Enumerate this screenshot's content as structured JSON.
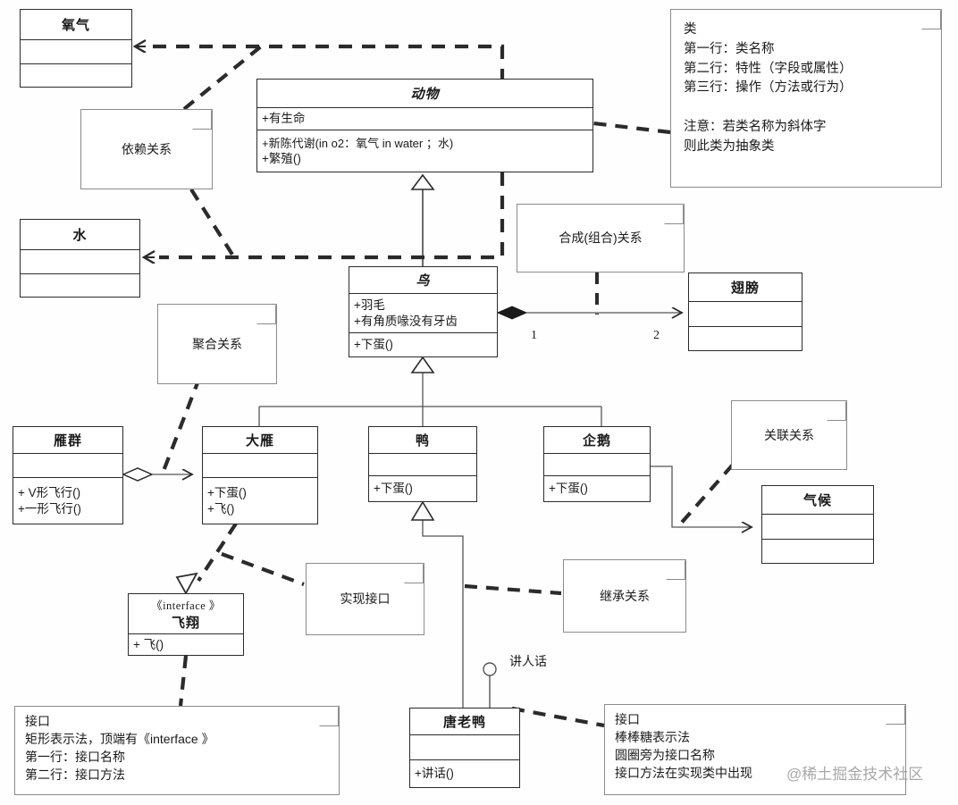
{
  "diagram": {
    "title": "UML class diagram - animals",
    "watermark": "@稀土掘金技术社区",
    "stroke": "#2b2b2b",
    "note_stroke": "#8b8b8b"
  },
  "classes": {
    "oxygen": {
      "name": "氧气",
      "abstract": false,
      "attrs": [],
      "ops": []
    },
    "water": {
      "name": "水",
      "abstract": false,
      "attrs": [],
      "ops": []
    },
    "animal": {
      "name": "动物",
      "abstract": true,
      "attrs": [
        "+有生命"
      ],
      "ops": [
        "+新陈代谢(in o2：氧气  in water ；水)",
        "+繁殖()"
      ]
    },
    "bird": {
      "name": "鸟",
      "abstract": true,
      "attrs": [
        "+羽毛",
        "+有角质喙没有牙齿"
      ],
      "ops": [
        "+下蛋()"
      ]
    },
    "wing": {
      "name": "翅膀",
      "abstract": false,
      "attrs": [],
      "ops": []
    },
    "flock": {
      "name": "雁群",
      "abstract": false,
      "attrs": [],
      "ops": [
        "+ V形飞行()",
        "+一形飞行()"
      ]
    },
    "goose": {
      "name": "大雁",
      "abstract": false,
      "attrs": [],
      "ops": [
        "+下蛋()",
        "+飞()"
      ]
    },
    "duck": {
      "name": "鸭",
      "abstract": false,
      "attrs": [],
      "ops": [
        "+下蛋()"
      ]
    },
    "penguin": {
      "name": "企鹅",
      "abstract": false,
      "attrs": [],
      "ops": [
        "+下蛋()"
      ]
    },
    "climate": {
      "name": "气候",
      "abstract": false,
      "attrs": [],
      "ops": []
    },
    "donald": {
      "name": "唐老鸭",
      "abstract": false,
      "attrs": [],
      "ops": [
        "+讲话()"
      ]
    }
  },
  "interfaces": {
    "fly": {
      "stereotype": "《interface 》",
      "name": "飞翔",
      "ops": [
        "+ 飞()"
      ]
    }
  },
  "notes": {
    "dependency": {
      "label": "依赖关系"
    },
    "class_legend": {
      "text": "类\n第一行：类名称\n第二行：特性（字段或属性）\n第三行：操作（方法或行为）\n\n注意：若类名称为斜体字\n则此类为抽象类"
    },
    "composition": {
      "label": "合成(组合)关系"
    },
    "aggregation": {
      "label": "聚合关系"
    },
    "association": {
      "label": "关联关系"
    },
    "realize": {
      "label": "实现接口"
    },
    "inherit": {
      "label": "继承关系"
    },
    "interface_rect": {
      "text": "接口\n矩形表示法，顶端有《interface 》\n第一行：接口名称\n第二行：接口方法"
    },
    "interface_lollipop": {
      "text": "接口\n棒棒糖表示法\n圆圈旁为接口名称\n接口方法在实现类中出现"
    }
  },
  "labels": {
    "lollipop_name": "讲人话",
    "mult_bird_side": "1",
    "mult_wing_side": "2"
  }
}
